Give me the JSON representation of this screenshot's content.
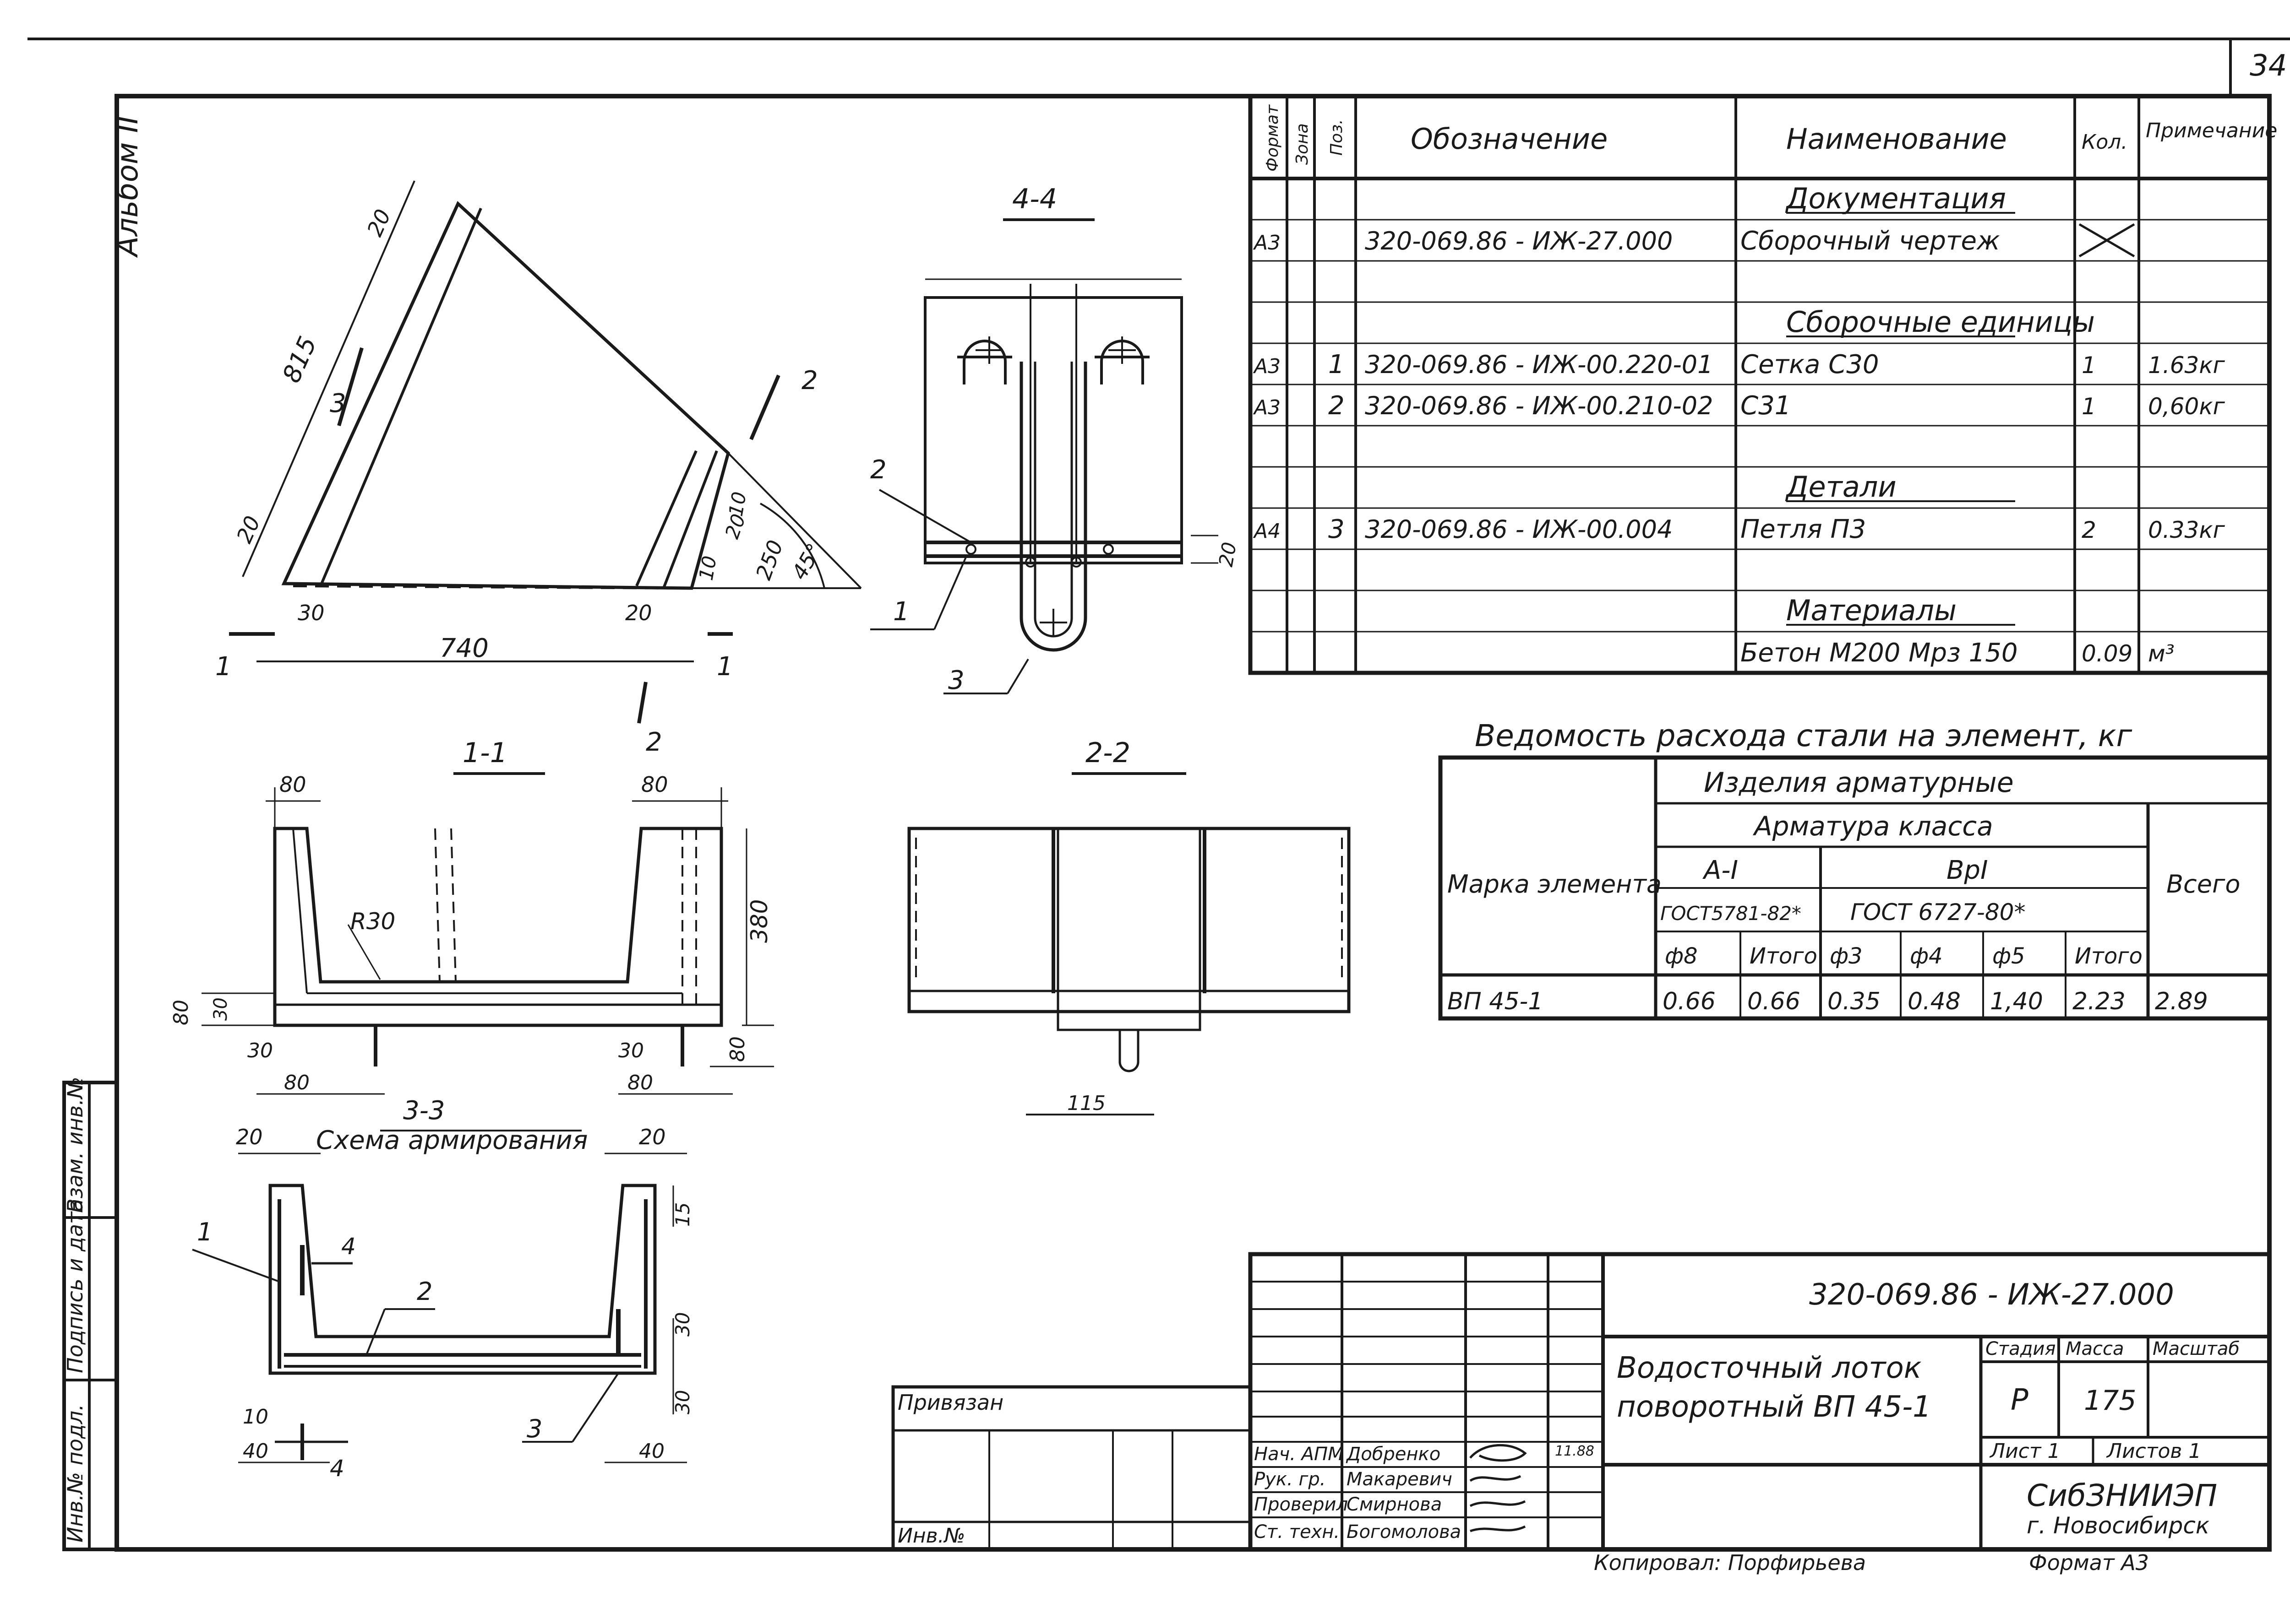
{
  "sheet": {
    "page_number": "34",
    "album_label": "Альбом II",
    "format_label": "Формат А3",
    "copied_label": "Копировал: Порфирьева"
  },
  "side_stamp": {
    "inv_podl": "Инв.№ подл.",
    "podpis_data": "Подпись и дата",
    "vzam_inv": "Взам. инв.№"
  },
  "spec_table": {
    "headers": {
      "format": "Формат",
      "zone": "Зона",
      "pos": "Поз.",
      "designation": "Обозначение",
      "name": "Наименование",
      "qty": "Кол.",
      "note": "Примечание"
    },
    "rows": [
      {
        "format": "",
        "pos": "",
        "designation": "",
        "name": "Документация",
        "qty": "",
        "note": "",
        "type": "section"
      },
      {
        "format": "А3",
        "pos": "",
        "designation": "320-069.86 - ИЖ-27.000",
        "name": "Сборочный чертеж",
        "qty": "",
        "note": "",
        "type": "row",
        "cross": true
      },
      {
        "format": "",
        "pos": "",
        "designation": "",
        "name": "",
        "qty": "",
        "note": "",
        "type": "blank"
      },
      {
        "format": "",
        "pos": "",
        "designation": "",
        "name": "Сборочные единицы",
        "qty": "",
        "note": "",
        "type": "section"
      },
      {
        "format": "А3",
        "pos": "1",
        "designation": "320-069.86 - ИЖ-00.220-01",
        "name": "Сетка      С30",
        "qty": "1",
        "note": "1.63кг",
        "type": "row"
      },
      {
        "format": "А3",
        "pos": "2",
        "designation": "320-069.86 - ИЖ-00.210-02",
        "name": "              С31",
        "qty": "1",
        "note": "0,60кг",
        "type": "row"
      },
      {
        "format": "",
        "pos": "",
        "designation": "",
        "name": "",
        "qty": "",
        "note": "",
        "type": "blank"
      },
      {
        "format": "",
        "pos": "",
        "designation": "",
        "name": "Детали",
        "qty": "",
        "note": "",
        "type": "section"
      },
      {
        "format": "А4",
        "pos": "3",
        "designation": "320-069.86 - ИЖ-00.004",
        "name": "Петля  П3",
        "qty": "2",
        "note": "0.33кг",
        "type": "row"
      },
      {
        "format": "",
        "pos": "",
        "designation": "",
        "name": "",
        "qty": "",
        "note": "",
        "type": "blank"
      },
      {
        "format": "",
        "pos": "",
        "designation": "",
        "name": "Материалы",
        "qty": "",
        "note": "",
        "type": "section"
      },
      {
        "format": "",
        "pos": "",
        "designation": "",
        "name": "Бетон  М200  Мрз 150",
        "qty": "0.09",
        "note": "м³",
        "type": "row"
      }
    ]
  },
  "steel_table": {
    "title": "Ведомость  расхода  стали  на элемент, кг",
    "mark_header": "Марка элемента",
    "products_header": "Изделия    арматурные",
    "class_header": "Арматура   класса",
    "a1": "А-I",
    "bp1": "ВрI",
    "gost_a": "ГОСТ5781-82*",
    "gost_b": "ГОСТ  6727-80*",
    "total_header": "Всего",
    "subheaders": [
      "ф8",
      "Итого",
      "ф3",
      "ф4",
      "ф5",
      "Итого"
    ],
    "row": {
      "mark": "ВП 45-1",
      "values": [
        "0.66",
        "0.66",
        "0.35",
        "0.48",
        "1,40",
        "2.23"
      ],
      "total": "2.89"
    }
  },
  "drawings": {
    "view_44": "4-4",
    "view_11": "1-1",
    "view_22": "2-2",
    "view_33": "3-3",
    "scheme": "Схема  армирования",
    "dims_plan": [
      "815",
      "20",
      "20",
      "30",
      "740",
      "20",
      "10",
      "10",
      "250",
      "45°",
      "20"
    ],
    "dims_11": [
      "80",
      "80",
      "R30",
      "380",
      "80",
      "30",
      "30",
      "80",
      "30",
      "80",
      "80"
    ],
    "dims_22": [
      "115"
    ],
    "dims_33": [
      "20",
      "20",
      "15",
      "30",
      "10",
      "40",
      "30",
      "40"
    ],
    "section_marks": [
      "1",
      "1",
      "2",
      "2",
      "3",
      "3",
      "4",
      "4"
    ],
    "pos_labels": [
      "1",
      "2",
      "3",
      "1",
      "2",
      "3"
    ]
  },
  "title_block": {
    "doc_code": "320-069.86 - ИЖ-27.000",
    "name_line1": "Водосточный  лоток",
    "name_line2": "поворотный  ВП 45-1",
    "stage_h": "Стадия",
    "mass_h": "Масса",
    "scale_h": "Масштаб",
    "stage": "Р",
    "mass": "175",
    "sheet": "Лист 1",
    "sheets": "Листов 1",
    "org1": "СибЗНИИЭП",
    "org2": "г. Новосибирск",
    "privyazan": "Привязан",
    "inv_no": "Инв.№",
    "staff": [
      {
        "role": "Нач. АПМ",
        "name": "Добренко",
        "date": "11.88"
      },
      {
        "role": "Рук. гр.",
        "name": "Макаревич",
        "date": ""
      },
      {
        "role": "Проверил",
        "name": "Смирнова",
        "date": ""
      },
      {
        "role": "Ст. техн.",
        "name": "Богомолова",
        "date": ""
      }
    ]
  }
}
